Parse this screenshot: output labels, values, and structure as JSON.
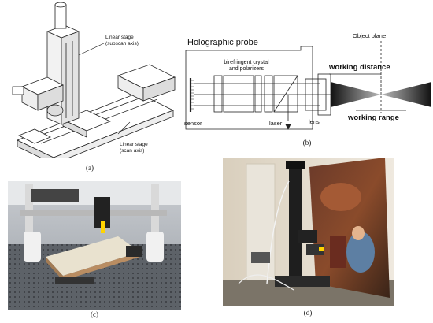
{
  "panel_a": {
    "label_subscan": [
      "Linear stage",
      "(subscan axis)"
    ],
    "label_scan": [
      "Linear stage",
      "(scan axis)"
    ],
    "caption": "(a)"
  },
  "panel_b": {
    "title": "Holographic probe",
    "object_plane": "Object plane",
    "birefringent": [
      "birefringent crystal",
      "and polarizers"
    ],
    "sensor": "sensor",
    "laser": "laser",
    "lens": "lens",
    "working_distance": "working distance",
    "working_range": "working range",
    "caption": "(b)"
  },
  "panel_c": {
    "caption": "(c)"
  },
  "panel_d": {
    "caption": "(d)"
  }
}
